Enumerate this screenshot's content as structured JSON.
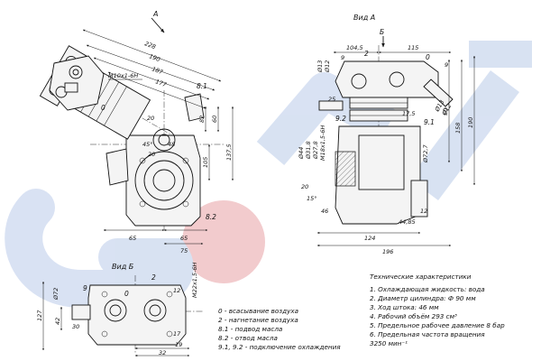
{
  "views": {
    "view_a_title": "Вид А",
    "view_b_title": "Вид Б",
    "arrow_a": "А",
    "arrow_b": "Б"
  },
  "specs": {
    "title": "Технические характеристики",
    "items": [
      "1. Охлаждающая жидкость: вода",
      "2. Диаметр цилиндра: Ф 90 мм",
      "3. Ход штока: 46 мм",
      "4. Рабочий объём 293 см³",
      "5. Предельное рабочее давление 8 бар",
      "6. Предельная частота вращения",
      "3250 мин⁻¹"
    ]
  },
  "legend": {
    "items": [
      "0 - всасывание воздуха",
      "2 - нагнетание воздуха",
      "8.1 - подвод масла",
      "8.2 - отвод масла",
      "9.1, 9.2 - подключение охлаждения"
    ]
  },
  "port_labels": {
    "p0": "0",
    "p2": "2",
    "p8_1": "8.1",
    "p8_2": "8.2",
    "p9": "9",
    "p9b": "9",
    "p9_1": "9.1",
    "p9_2": "9.2"
  },
  "dimensions": {
    "front": {
      "d228": "228",
      "d190": "190",
      "d187": "187",
      "d177": "177",
      "thread_m10": "M10x1-6H",
      "d20": "20",
      "d20b": "20",
      "d45": "45°",
      "d48": "48",
      "d82": "82",
      "d60": "60",
      "d105": "105",
      "d137_5": "137,5",
      "d65a": "65",
      "d65b": "65",
      "d75": "75",
      "thread_m22": "M22x1,5-6H"
    },
    "side": {
      "d104_5": "104,5",
      "d115": "115",
      "d9a": "9",
      "d9b": "9",
      "dia13": "Ø13",
      "dia12": "Ø12",
      "d25": "25",
      "d17_5": "17,5",
      "d50": "50",
      "d158": "158",
      "d190": "190",
      "dia44": "Ø44",
      "dia31_8": "Ø31,8",
      "dia27_8": "Ø27,8",
      "thread_m18": "M18x1,5-6H",
      "d20": "20",
      "d15": "15°",
      "d46": "46",
      "dia72_7": "Ø72,7",
      "d44_85": "44,85",
      "d124": "124",
      "d196": "196",
      "d12": "12"
    },
    "bottom": {
      "dia72": "Ø72",
      "d127": "127",
      "d42": "42",
      "d30": "30",
      "d17": "17",
      "d19": "19",
      "d32": "32",
      "d12": "12",
      "thread_m22": "M22x1,5-6H"
    }
  }
}
